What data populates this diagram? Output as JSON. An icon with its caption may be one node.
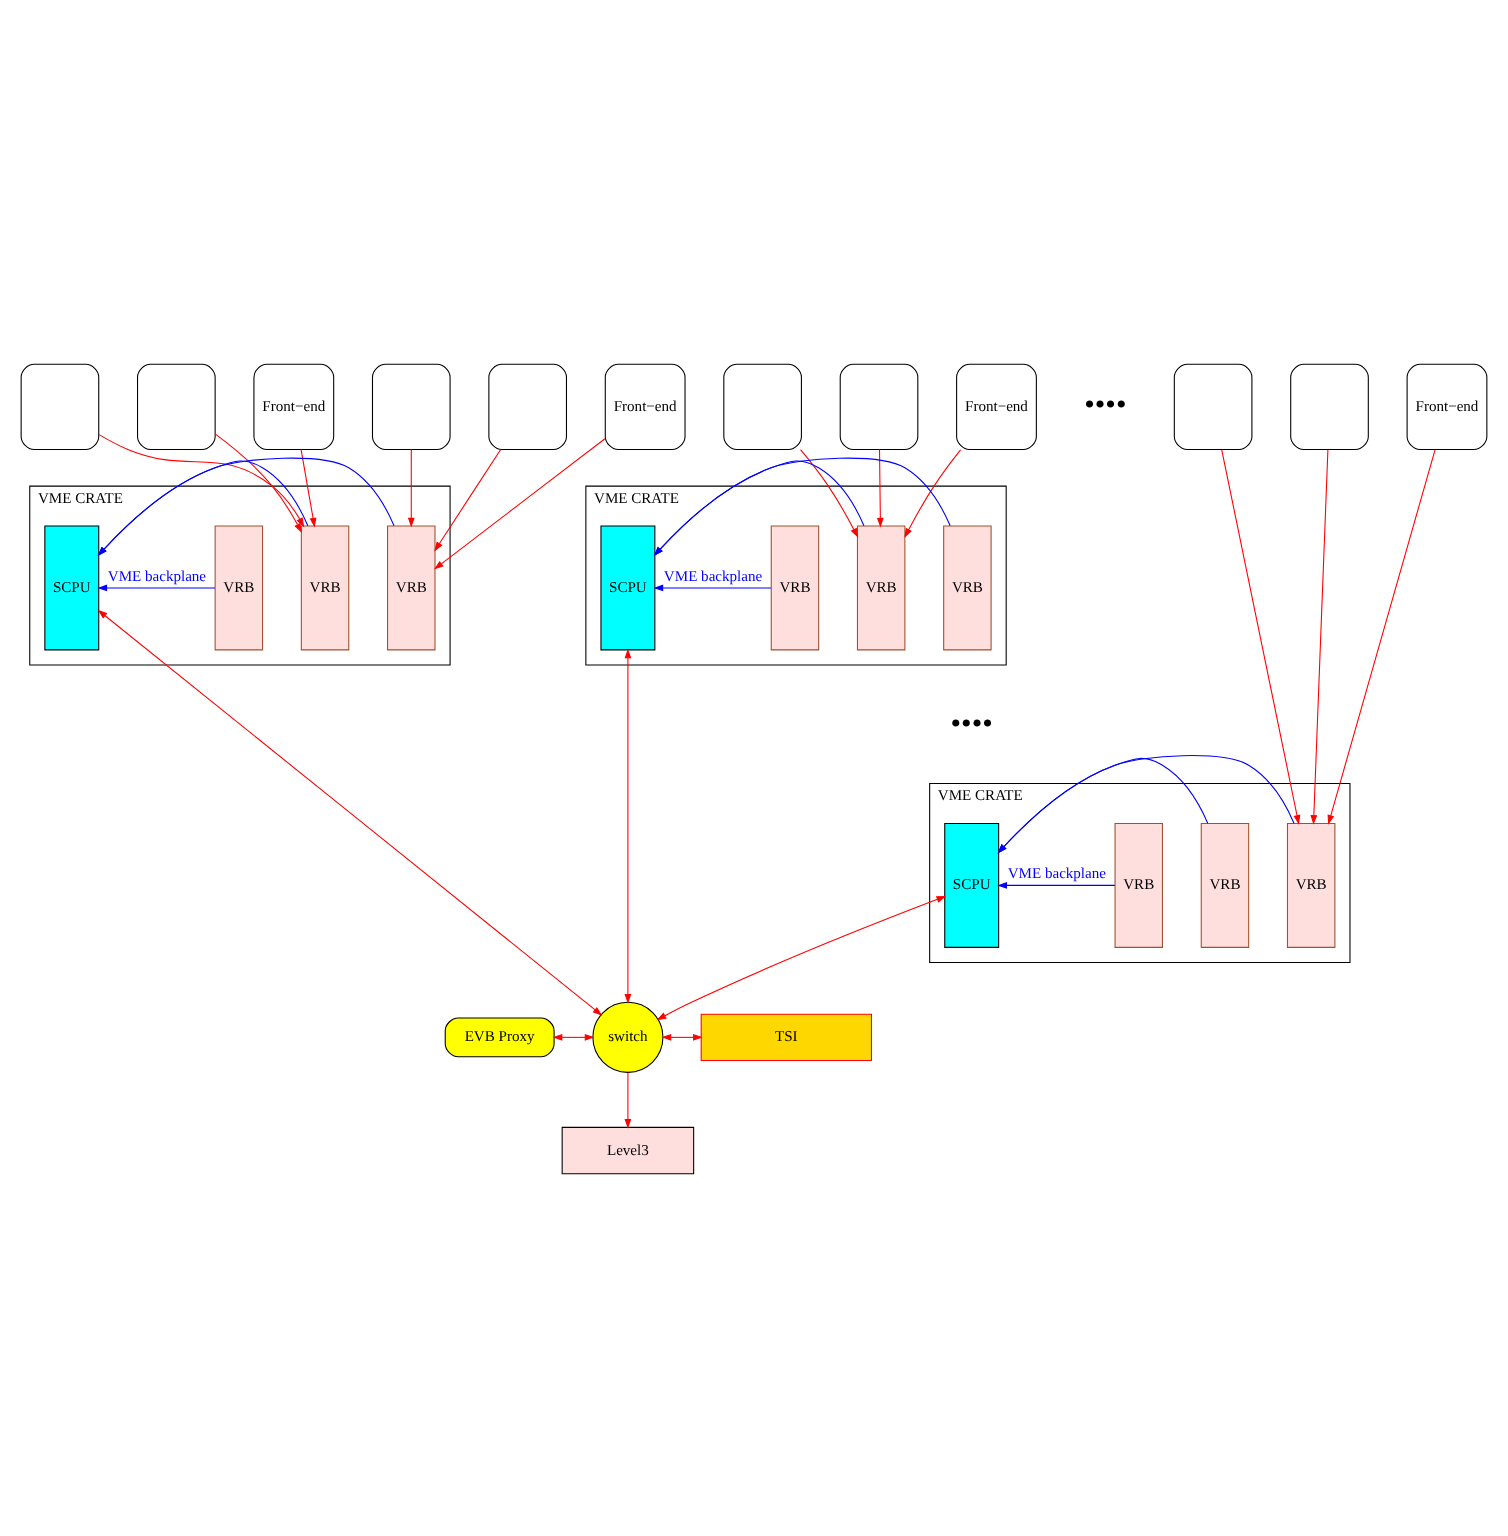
{
  "diagram": {
    "nodes": [
      {
        "text": [],
        "shape": "box"
      },
      {
        "text": [],
        "shape": "box"
      },
      {
        "text": [
          "Front−end"
        ]
      },
      {
        "text": [],
        "shape": "box"
      },
      {
        "text": [],
        "shape": "box"
      },
      {
        "text": [
          "Front−end"
        ]
      },
      {
        "text": [],
        "shape": "box"
      },
      {
        "text": [],
        "shape": "box"
      },
      {
        "text": [
          "Front−end"
        ]
      },
      {
        "text": [],
        "shape": "box"
      },
      {
        "text": [],
        "shape": "box"
      },
      {
        "text": [
          "Front−end"
        ]
      },
      {
        "text": [
          "VME CRATE"
        ]
      },
      {
        "text": [
          "SCPU"
        ],
        "in": 12
      },
      {
        "text": [
          "VRB"
        ],
        "in": 12
      },
      {
        "text": [
          "VRB"
        ],
        "in": 12
      },
      {
        "text": [
          "VRB"
        ],
        "in": 12
      },
      {
        "text": [
          "VME CRATE"
        ]
      },
      {
        "text": [
          "SCPU"
        ],
        "in": 17
      },
      {
        "text": [
          "VRB"
        ],
        "in": 17
      },
      {
        "text": [
          "VRB"
        ],
        "in": 17
      },
      {
        "text": [
          "VRB"
        ],
        "in": 17
      },
      {
        "text": [
          "VME CRATE"
        ]
      },
      {
        "text": [
          "SCPU"
        ],
        "in": 22
      },
      {
        "text": [
          "VRB"
        ],
        "in": 22
      },
      {
        "text": [
          "VRB"
        ],
        "in": 22
      },
      {
        "text": [
          "VRB"
        ],
        "in": 22
      },
      {
        "text": [
          "EVB Proxy"
        ]
      },
      {
        "text": [
          "switch"
        ]
      },
      {
        "text": [
          "TSI"
        ]
      },
      {
        "text": [
          "Level3"
        ]
      }
    ],
    "edges": [
      {
        "from": 0,
        "to": 15,
        "arrow": "to"
      },
      {
        "from": 1,
        "to": 15,
        "arrow": "to"
      },
      {
        "from": 2,
        "to": 15,
        "arrow": "to"
      },
      {
        "from": 3,
        "to": 16,
        "arrow": "to"
      },
      {
        "from": 4,
        "to": 16,
        "arrow": "to"
      },
      {
        "from": 5,
        "to": 16,
        "arrow": "to"
      },
      {
        "from": 6,
        "to": 20,
        "arrow": "to"
      },
      {
        "from": 7,
        "to": 20,
        "arrow": "to"
      },
      {
        "from": 8,
        "to": 20,
        "arrow": "to"
      },
      {
        "from": 9,
        "to": 26,
        "arrow": "to"
      },
      {
        "from": 10,
        "to": 26,
        "arrow": "to"
      },
      {
        "from": 11,
        "to": 26,
        "arrow": "to"
      },
      {
        "from": 14,
        "to": 13,
        "arrow": "to",
        "color": "#0000ff",
        "label": "VME backplane"
      },
      {
        "from": 15,
        "to": 13,
        "arrow": "to",
        "color": "#0000ff"
      },
      {
        "from": 16,
        "to": 13,
        "arrow": "to",
        "color": "#0000ff"
      },
      {
        "from": 19,
        "to": 18,
        "arrow": "to",
        "color": "#0000ff",
        "label": "VME backplane"
      },
      {
        "from": 20,
        "to": 18,
        "arrow": "to",
        "color": "#0000ff"
      },
      {
        "from": 21,
        "to": 18,
        "arrow": "to",
        "color": "#0000ff"
      },
      {
        "from": 24,
        "to": 23,
        "arrow": "to",
        "color": "#0000ff",
        "label": "VME backplane"
      },
      {
        "from": 25,
        "to": 23,
        "arrow": "to",
        "color": "#0000ff"
      },
      {
        "from": 26,
        "to": 23,
        "arrow": "to",
        "color": "#0000ff"
      },
      {
        "from": 13,
        "to": 28,
        "arrow": "both"
      },
      {
        "from": 18,
        "to": 28,
        "arrow": "both"
      },
      {
        "from": 23,
        "to": 28,
        "arrow": "both"
      },
      {
        "from": 27,
        "to": 28,
        "arrow": "both"
      },
      {
        "from": 28,
        "to": 29,
        "arrow": "both"
      },
      {
        "from": 28,
        "to": 30,
        "arrow": "to"
      }
    ],
    "labels": [
      "••••",
      "••••"
    ]
  }
}
